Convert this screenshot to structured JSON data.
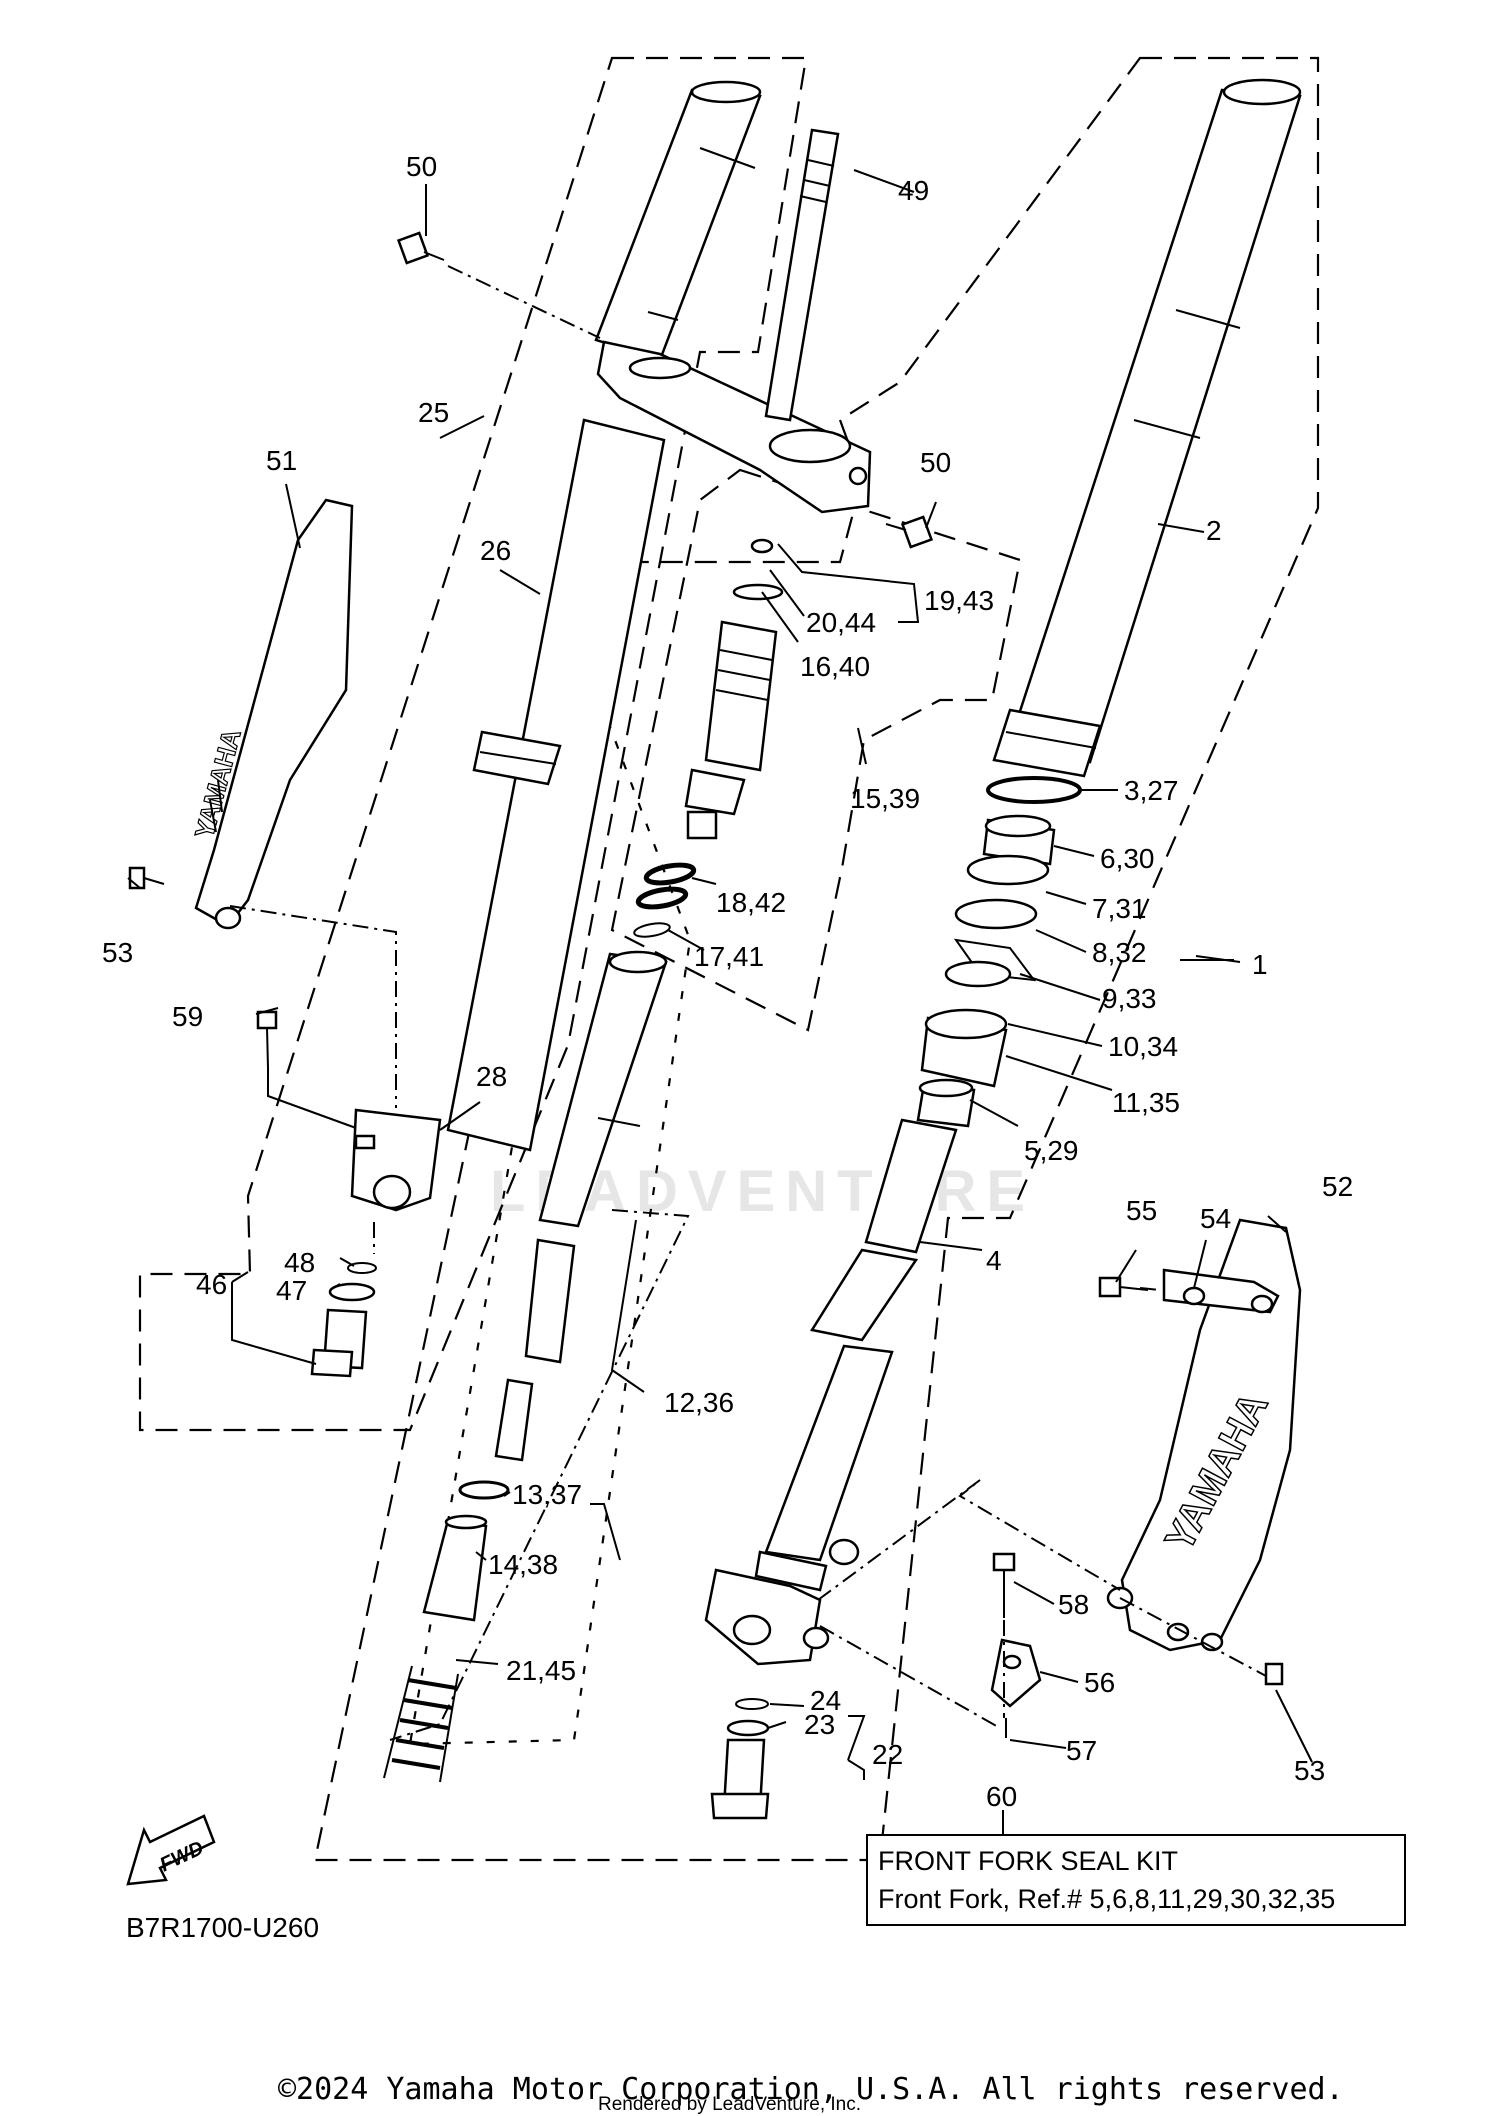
{
  "diagram_code": "B7R1700-U260",
  "copyright": "©2024 Yamaha Motor Corporation, U.S.A. All rights reserved.",
  "rendered_by": "Rendered by LeadVenture, Inc.",
  "watermark": "LEADVENTURE",
  "fwd_label": "FWD",
  "seal_kit": {
    "ref": "60",
    "title": "FRONT FORK SEAL KIT",
    "line": "Front Fork, Ref.# 5,6,8,11,29,30,32,35"
  },
  "callouts": {
    "c1": "1",
    "c2": "2",
    "c4": "4",
    "c3_27": "3,27",
    "c6_30": "6,30",
    "c7_31": "7,31",
    "c8_32": "8,32",
    "c9_33": "9,33",
    "c10_34": "10,34",
    "c11_35": "11,35",
    "c5_29": "5,29",
    "c12_36": "12,36",
    "c13_37": "13,37",
    "c14_38": "14,38",
    "c15_39": "15,39",
    "c16_40": "16,40",
    "c17_41": "17,41",
    "c18_42": "18,42",
    "c19_43": "19,43",
    "c20_44": "20,44",
    "c21_45": "21,45",
    "c22": "22",
    "c23": "23",
    "c24": "24",
    "c25": "25",
    "c26": "26",
    "c28": "28",
    "c46": "46",
    "c47": "47",
    "c48": "48",
    "c49": "49",
    "c50a": "50",
    "c50b": "50",
    "c51": "51",
    "c52": "52",
    "c53a": "53",
    "c53b": "53",
    "c54": "54",
    "c55": "55",
    "c56": "56",
    "c57": "57",
    "c58": "58",
    "c59": "59"
  }
}
